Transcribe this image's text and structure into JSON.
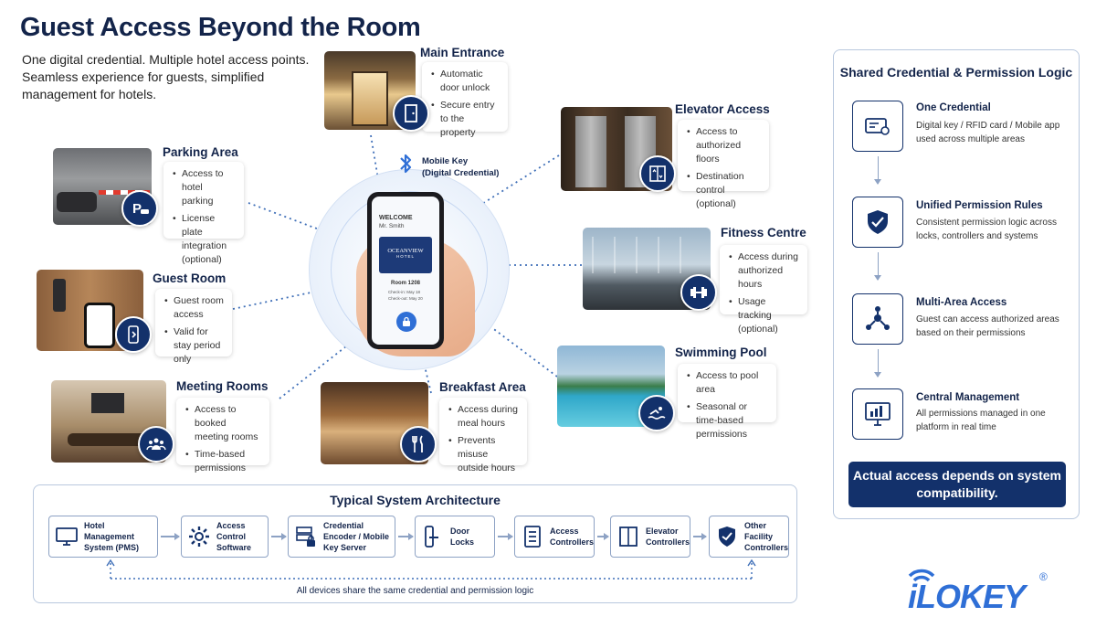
{
  "title": "Guest Access Beyond the Room",
  "subtitle": "One digital credential. Multiple hotel access points. Seamless experience for guests, simplified management for hotels.",
  "mobile_key": {
    "label_line1": "Mobile Key",
    "label_line2": "(Digital Credential)",
    "welcome": "WELCOME",
    "guest": "Mr. Smith",
    "hotel_line1": "OCEANVIEW",
    "hotel_line2": "HOTEL",
    "room": "Room 1208",
    "checkin": "Check-in: May 18",
    "checkout": "Check-out: May 20"
  },
  "areas": {
    "main_entrance": {
      "title": "Main Entrance",
      "bullets": [
        "Automatic door unlock",
        "Secure entry to the property"
      ],
      "icon": "door-icon"
    },
    "elevator": {
      "title": "Elevator Access",
      "bullets": [
        "Access to authorized floors",
        "Destination control (optional)"
      ],
      "icon": "elevator-icon"
    },
    "parking": {
      "title": "Parking Area",
      "bullets": [
        "Access to hotel parking",
        "License plate integration (optional)"
      ],
      "icon": "parking-icon"
    },
    "fitness": {
      "title": "Fitness Centre",
      "bullets": [
        "Access during authorized hours",
        "Usage tracking (optional)"
      ],
      "icon": "dumbbell-icon"
    },
    "guest_room": {
      "title": "Guest Room",
      "bullets": [
        "Guest room access",
        "Valid for stay period only"
      ],
      "icon": "phone-door-icon"
    },
    "pool": {
      "title": "Swimming Pool",
      "bullets": [
        "Access to pool area",
        "Seasonal or time-based permissions"
      ],
      "icon": "swimmer-icon"
    },
    "meeting": {
      "title": "Meeting Rooms",
      "bullets": [
        "Access to booked meeting rooms",
        "Time-based permissions"
      ],
      "icon": "people-icon"
    },
    "breakfast": {
      "title": "Breakfast Area",
      "bullets": [
        "Access during meal hours",
        "Prevents misuse outside hours"
      ],
      "icon": "fork-knife-icon"
    }
  },
  "panel": {
    "title": "Shared Credential & Permission Logic",
    "items": [
      {
        "title": "One Credential",
        "desc": "Digital key / RFID card / Mobile app used across multiple areas",
        "icon": "card-icon"
      },
      {
        "title": "Unified Permission Rules",
        "desc": "Consistent permission logic across locks, controllers and systems",
        "icon": "shield-check-icon"
      },
      {
        "title": "Multi-Area Access",
        "desc": "Guest can access authorized areas based on their permissions",
        "icon": "network-icon"
      },
      {
        "title": "Central Management",
        "desc": "All permissions managed in one platform in real time",
        "icon": "dashboard-icon"
      }
    ],
    "note": "Actual access depends on system compatibility."
  },
  "architecture": {
    "title": "Typical System Architecture",
    "nodes": [
      {
        "label": "Hotel Management System (PMS)",
        "icon": "monitor-icon"
      },
      {
        "label": "Access Control Software",
        "icon": "gear-icon"
      },
      {
        "label": "Credential Encoder / Mobile Key Server",
        "icon": "server-icon"
      },
      {
        "label": "Door Locks",
        "icon": "lock-icon"
      },
      {
        "label": "Access Controllers",
        "icon": "controller-icon"
      },
      {
        "label": "Elevator Controllers",
        "icon": "elevator-icon"
      },
      {
        "label": "Other Facility Controllers",
        "icon": "shield-check-icon"
      }
    ],
    "footer": "All devices share the same credential and permission logic"
  },
  "logo": {
    "text": "iLOKEY",
    "mark": "®"
  },
  "colors": {
    "navy": "#13316b",
    "title": "#13244a",
    "line": "#8da2c4",
    "accent_blue": "#2f6fd6"
  }
}
